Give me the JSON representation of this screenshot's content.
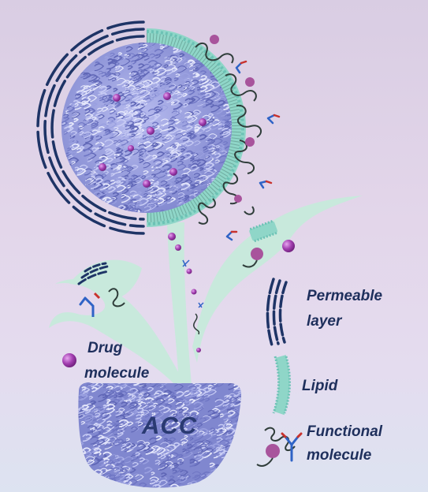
{
  "labels": {
    "permeable_line1": "Permeable",
    "permeable_line2": "layer",
    "lipid": "Lipid",
    "functional_line1": "Functional",
    "functional_line2": "molecule",
    "drug_line1": "Drug",
    "drug_line2": "molecule",
    "acc": "ACC"
  },
  "colors": {
    "permeable_layer": "#1e3466",
    "lipid_membrane": "#8fd6c8",
    "lipid_head": "#6cc2b5",
    "stem_leaf": "#c8e9dc",
    "acc_particle": "#7d86cc",
    "drug_molecule": "#a33fb1",
    "functional_polymer": "#2f3d3a",
    "antibody_blue": "#2f63c6",
    "antibody_red": "#c8322d",
    "peptide_purple": "#a8549c"
  },
  "icons": [
    "permeable-layer-icon",
    "lipid-bilayer-icon",
    "polymer-chain-icon",
    "peptide-icon",
    "antibody-icon",
    "drug-molecule-icon"
  ]
}
